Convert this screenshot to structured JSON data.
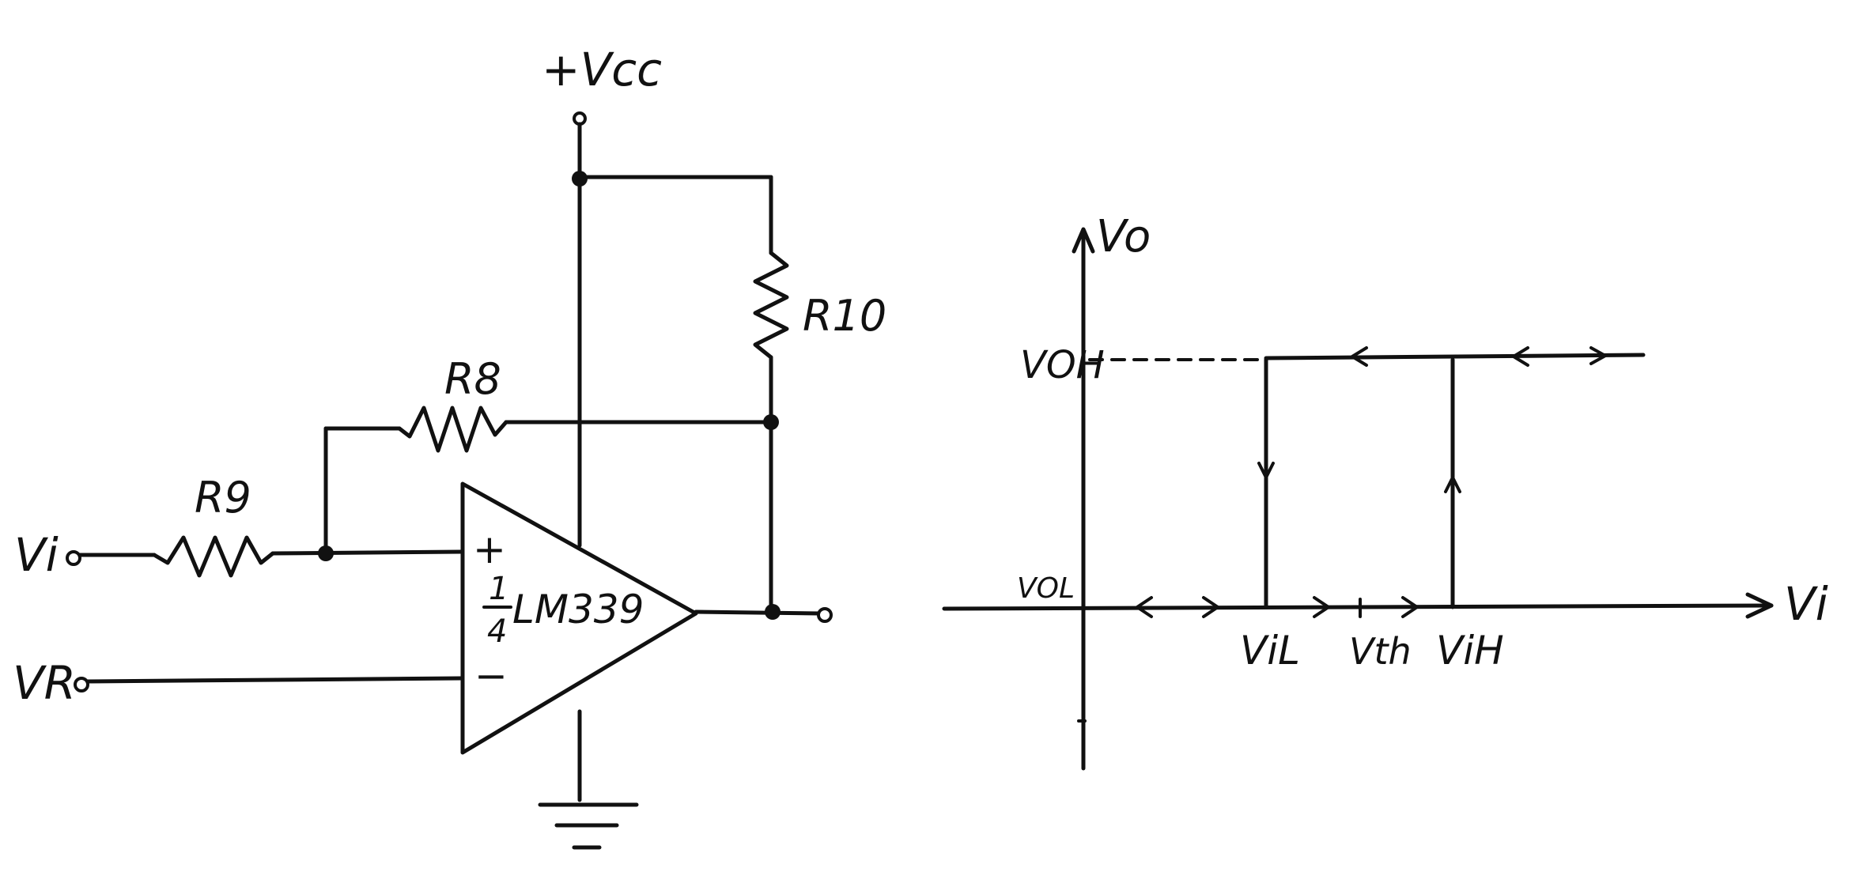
{
  "circuit": {
    "supply_label": "+Vcc",
    "r10_label": "R10",
    "r8_label": "R8",
    "r9_label": "R9",
    "vi_label": "Vi",
    "vr_label": "VR",
    "plus_sign": "+",
    "minus_sign": "−",
    "frac_num": "1",
    "frac_den": "4",
    "chip_label": "LM339"
  },
  "graph": {
    "y_axis_label": "Vo",
    "x_axis_label": "Vi",
    "voh_label": "VOH",
    "vol_label": "VOL",
    "vil_label": "ViL",
    "vth_label": "Vth",
    "vih_label": "ViH"
  },
  "colors": {
    "ink": "#111111",
    "paper": "#ffffff"
  }
}
